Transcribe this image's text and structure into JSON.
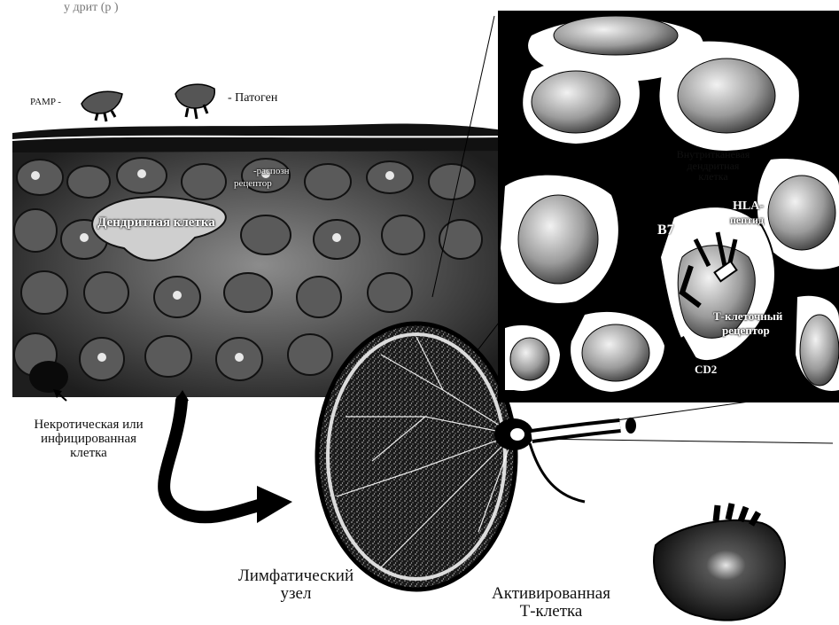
{
  "figure": {
    "top_caption": "у                                                           дрит                            (р          )",
    "labels": {
      "pamp": "PAMP -",
      "pathogen": "- Патоген",
      "receptor_recognition": "-распозн",
      "receptor_recognition_2": "рецептор",
      "dendritic_cell": "Дендритная клетка",
      "interstitial_dc_line1": "Внутритканевая",
      "interstitial_dc_line2": "дендритная",
      "interstitial_dc_line3": "клетка",
      "hla_line1": "HLA-",
      "hla_line2": "пептид",
      "b7": "B7",
      "tcr_line1": "Т-клеточный",
      "tcr_line2": "рецептор",
      "cd28": "CD2",
      "necrotic_line1": "Некротическая или",
      "necrotic_line2": "инфицированная",
      "necrotic_line3": "клетка",
      "lymph_node_line1": "Лимфатический",
      "lymph_node_line2": "узел",
      "activated_t_line1": "Активированная",
      "activated_t_line2": "Т-клетка"
    }
  }
}
